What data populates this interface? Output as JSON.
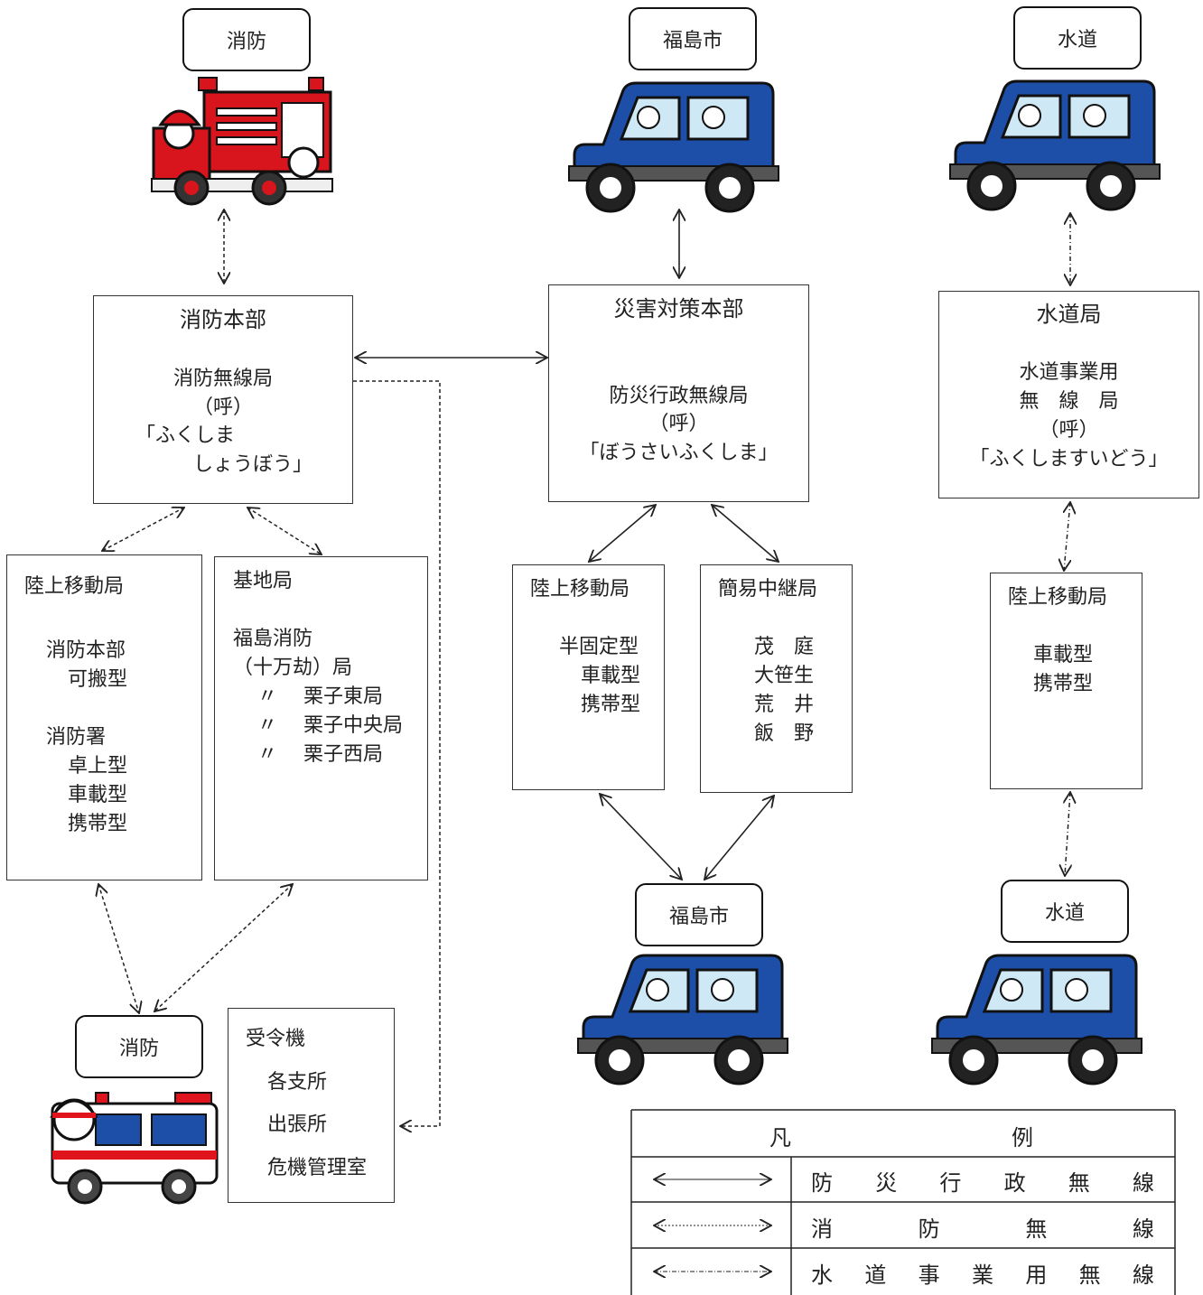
{
  "labels": {
    "fire_top": "消防",
    "city_top": "福島市",
    "water_top": "水道",
    "city_bottom": "福島市",
    "water_bottom": "水道",
    "fire_bottom": "消防"
  },
  "fire_hq": {
    "title": "消防本部",
    "lines": [
      "消防無線局",
      "（呼）",
      "「ふくしま",
      "しょうぼう」"
    ]
  },
  "disaster_hq": {
    "title": "災害対策本部",
    "lines": [
      "防災行政無線局",
      "（呼）",
      "「ぼうさいふくしま」"
    ]
  },
  "water_bureau": {
    "title": "水道局",
    "lines": [
      "水道事業用",
      "無　線　局",
      "（呼）",
      "「ふくしますいどう」"
    ]
  },
  "fire_mobile": {
    "title": "陸上移動局",
    "lines": [
      "消防本部",
      "可搬型",
      "",
      "消防署",
      "卓上型",
      "車載型",
      "携帯型"
    ]
  },
  "base_station": {
    "title": "基地局",
    "lines": [
      "福島消防",
      "（十万劫）局",
      "〃　 栗子東局",
      "〃　 栗子中央局",
      "〃　 栗子西局"
    ]
  },
  "city_mobile": {
    "title": "陸上移動局",
    "lines": [
      "半固定型",
      "車載型",
      "携帯型"
    ]
  },
  "relay": {
    "title": "簡易中継局",
    "lines": [
      "茂　庭",
      "大笹生",
      "荒　井",
      "飯　野"
    ]
  },
  "water_mobile": {
    "title": "陸上移動局",
    "lines": [
      "車載型",
      "携帯型"
    ]
  },
  "receiver": {
    "title": "受令機",
    "lines": [
      "各支所",
      "出張所",
      "危機管理室"
    ]
  },
  "legend": {
    "header_left": "凡",
    "header_right": "例",
    "rows": [
      {
        "style": "solid",
        "chars": [
          "防",
          "災",
          "行",
          "政",
          "無",
          "線"
        ]
      },
      {
        "style": "dotted",
        "chars": [
          "消",
          "防",
          "無",
          "線"
        ]
      },
      {
        "style": "dashdot",
        "chars": [
          "水",
          "道",
          "事",
          "業",
          "用",
          "無",
          "線"
        ]
      }
    ]
  },
  "colors": {
    "fire_red": "#d8141c",
    "car_blue": "#1d4fa8",
    "ambulance_red": "#e0141c"
  }
}
